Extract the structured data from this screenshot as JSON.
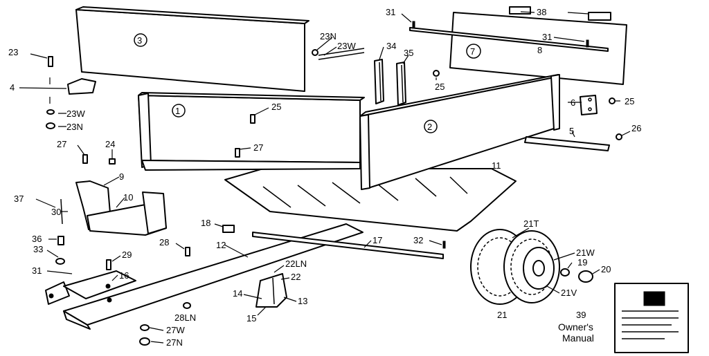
{
  "labels": {
    "p1": "1",
    "p2": "2",
    "p3": "3",
    "p4": "4",
    "p5": "5",
    "p6": "6",
    "p7": "7",
    "p8": "8",
    "p9": "9",
    "p10": "10",
    "p11": "11",
    "p12": "12",
    "p13": "13",
    "p14": "14",
    "p15": "15",
    "p16": "16",
    "p17": "17",
    "p18": "18",
    "p19": "19",
    "p20": "20",
    "p21": "21",
    "p21t": "21T",
    "p21w": "21W",
    "p21v": "21V",
    "p22": "22",
    "p22ln": "22LN",
    "p23": "23",
    "p23n_top": "23N",
    "p23w_top": "23W",
    "p23w_left": "23W",
    "p23n_left": "23N",
    "p24": "24",
    "p25_a": "25",
    "p25_b": "25",
    "p25_c": "25",
    "p26": "26",
    "p27": "27",
    "p27_b": "27",
    "p27w": "27W",
    "p27n": "27N",
    "p28": "28",
    "p28ln": "28LN",
    "p29": "29",
    "p30": "30",
    "p31": "31",
    "p31_b": "31",
    "p31_c": "31",
    "p32": "32",
    "p33": "33",
    "p34": "34",
    "p35": "35",
    "p36": "36",
    "p37": "37",
    "p38": "38",
    "p39": "39"
  },
  "owners_manual": {
    "line1": "Owner's",
    "line2": "Manual"
  },
  "colors": {
    "ink": "#000000",
    "paper": "#ffffff"
  }
}
